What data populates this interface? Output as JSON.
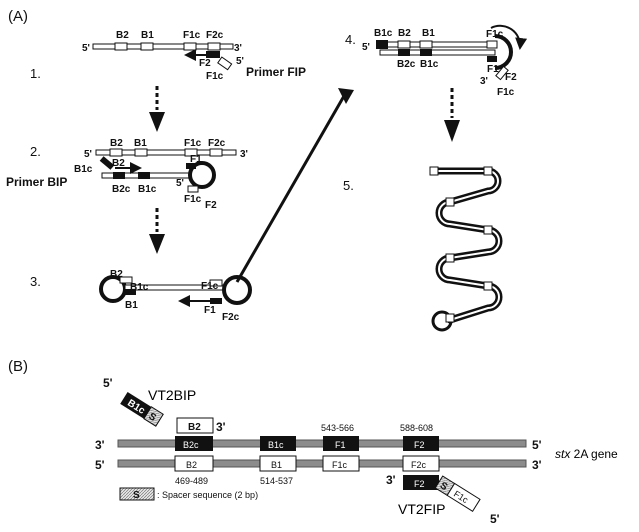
{
  "panels": {
    "a": "(A)",
    "b": "(B)"
  },
  "steps": [
    "1.",
    "2.",
    "3.",
    "4.",
    "5."
  ],
  "ends": {
    "five": "5'",
    "three": "3'"
  },
  "regions": {
    "B2": "B2",
    "B1": "B1",
    "F1c": "F1c",
    "F2c": "F2c",
    "F2": "F2",
    "F1": "F1",
    "B1c": "B1c",
    "B2c": "B2c",
    "S": "S"
  },
  "primers": {
    "fip": "Primer FIP",
    "bip": "Primer BIP",
    "vt2bip": "VT2BIP",
    "vt2fip": "VT2FIP"
  },
  "positions": {
    "b2": "469-489",
    "b1": "514-537",
    "f1": "543-566",
    "f2": "588-608"
  },
  "gene": {
    "italic": "stx",
    "rest": " 2A gene"
  },
  "legend": {
    "box": "S",
    "text": ": Spacer sequence (2 bp)"
  },
  "colors": {
    "bar": "#8c8c8c",
    "dark": "#111111",
    "mid": "#555555"
  }
}
